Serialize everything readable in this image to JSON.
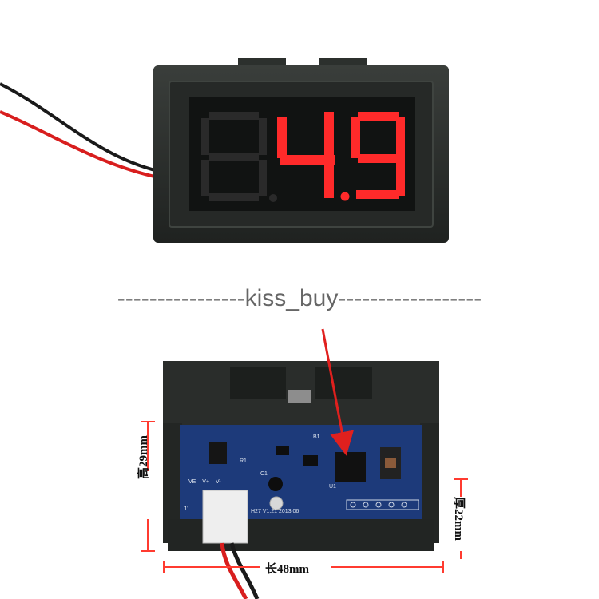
{
  "display": {
    "reading": "4.9",
    "digit_color": "#ff2a2a",
    "unlit_color": "#2a2a2a"
  },
  "watermark": {
    "text": "----------------kiss_buy------------------"
  },
  "pcb": {
    "pin_labels": [
      "VE",
      "V+",
      "V-"
    ],
    "board_marks": [
      "J1",
      "B1",
      "U1",
      "C1",
      "R1"
    ],
    "revision": "H27 V1.21 2013.06"
  },
  "dimensions": {
    "height": "高29mm",
    "depth": "厚22mm",
    "length": "长48mm"
  },
  "colors": {
    "housing": "#2b2e2c",
    "pcb": "#1d3a7a",
    "wire_red": "#d81e1e",
    "wire_black": "#1a1a1a",
    "arrow": "#e0201e"
  }
}
